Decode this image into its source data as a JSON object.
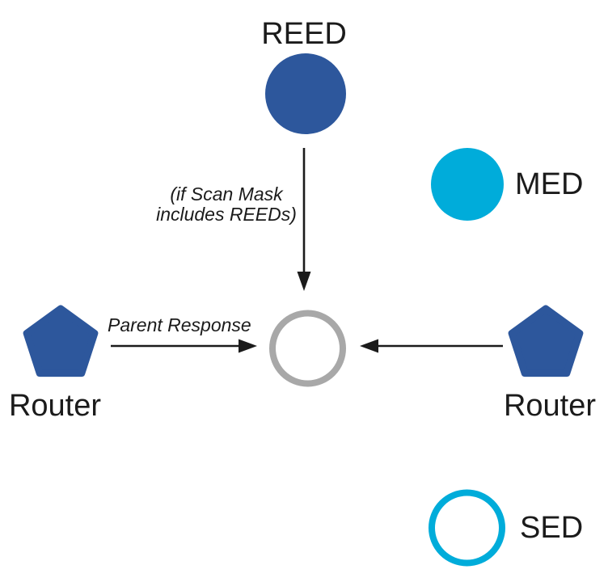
{
  "nodes": {
    "reed": {
      "label": "REED"
    },
    "med": {
      "label": "MED"
    },
    "router_left": {
      "label": "Router"
    },
    "router_right": {
      "label": "Router"
    },
    "sed": {
      "label": "SED"
    }
  },
  "annotations": {
    "scan_mask_line1": "(if Scan Mask",
    "scan_mask_line2": "includes REEDs)",
    "parent_response": "Parent Response"
  },
  "colors": {
    "node-blue": "#2d579c",
    "accent-cyan": "#00acda",
    "ring-gray": "#a8a8a8",
    "ink": "#1b1b1b"
  }
}
